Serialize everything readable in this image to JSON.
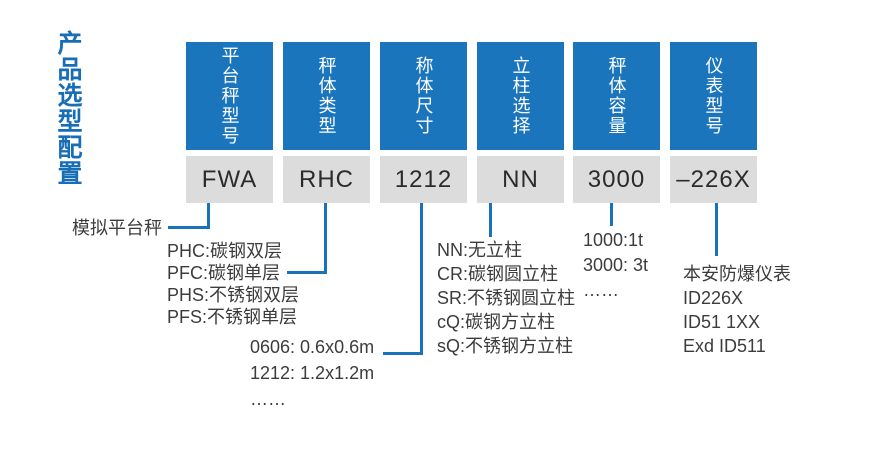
{
  "title": "产品选型配置",
  "columns": [
    {
      "header": "平台秤型号",
      "value": "FWA"
    },
    {
      "header": "秤体类型",
      "value": "RHC"
    },
    {
      "header": "称体尺寸",
      "value": "1212"
    },
    {
      "header": "立柱选择",
      "value": "NN"
    },
    {
      "header": "秤体容量",
      "value": "3000"
    },
    {
      "header": "仪表型号",
      "value": "–226X"
    }
  ],
  "annotations": {
    "model_label": "模拟平台秤",
    "body_type_options": [
      "PHC:碳钢双层",
      "PFC:碳钢单层",
      "PHS:不锈钢双层",
      "PFS:不锈钢单层"
    ],
    "size_options": [
      "0606: 0.6x0.6m",
      "1212: 1.2x1.2m",
      "……"
    ],
    "column_options": [
      "NN:无立柱",
      "CR:碳钢圆立柱",
      "SR:不锈钢圆立柱",
      "cQ:碳钢方立柱",
      "sQ:不锈钢方立柱"
    ],
    "capacity_options": [
      "1000:1t",
      "3000: 3t",
      "……"
    ],
    "indicator_options": [
      "本安防爆仪表",
      "ID226X",
      "ID51 1XX",
      "Exd ID511"
    ]
  },
  "colors": {
    "header_blue": "#1a75bc",
    "value_gray": "#dcdcdc",
    "line_blue": "#1a73b9",
    "title_blue": "#176db6",
    "text_dark": "#3c3c3c"
  }
}
